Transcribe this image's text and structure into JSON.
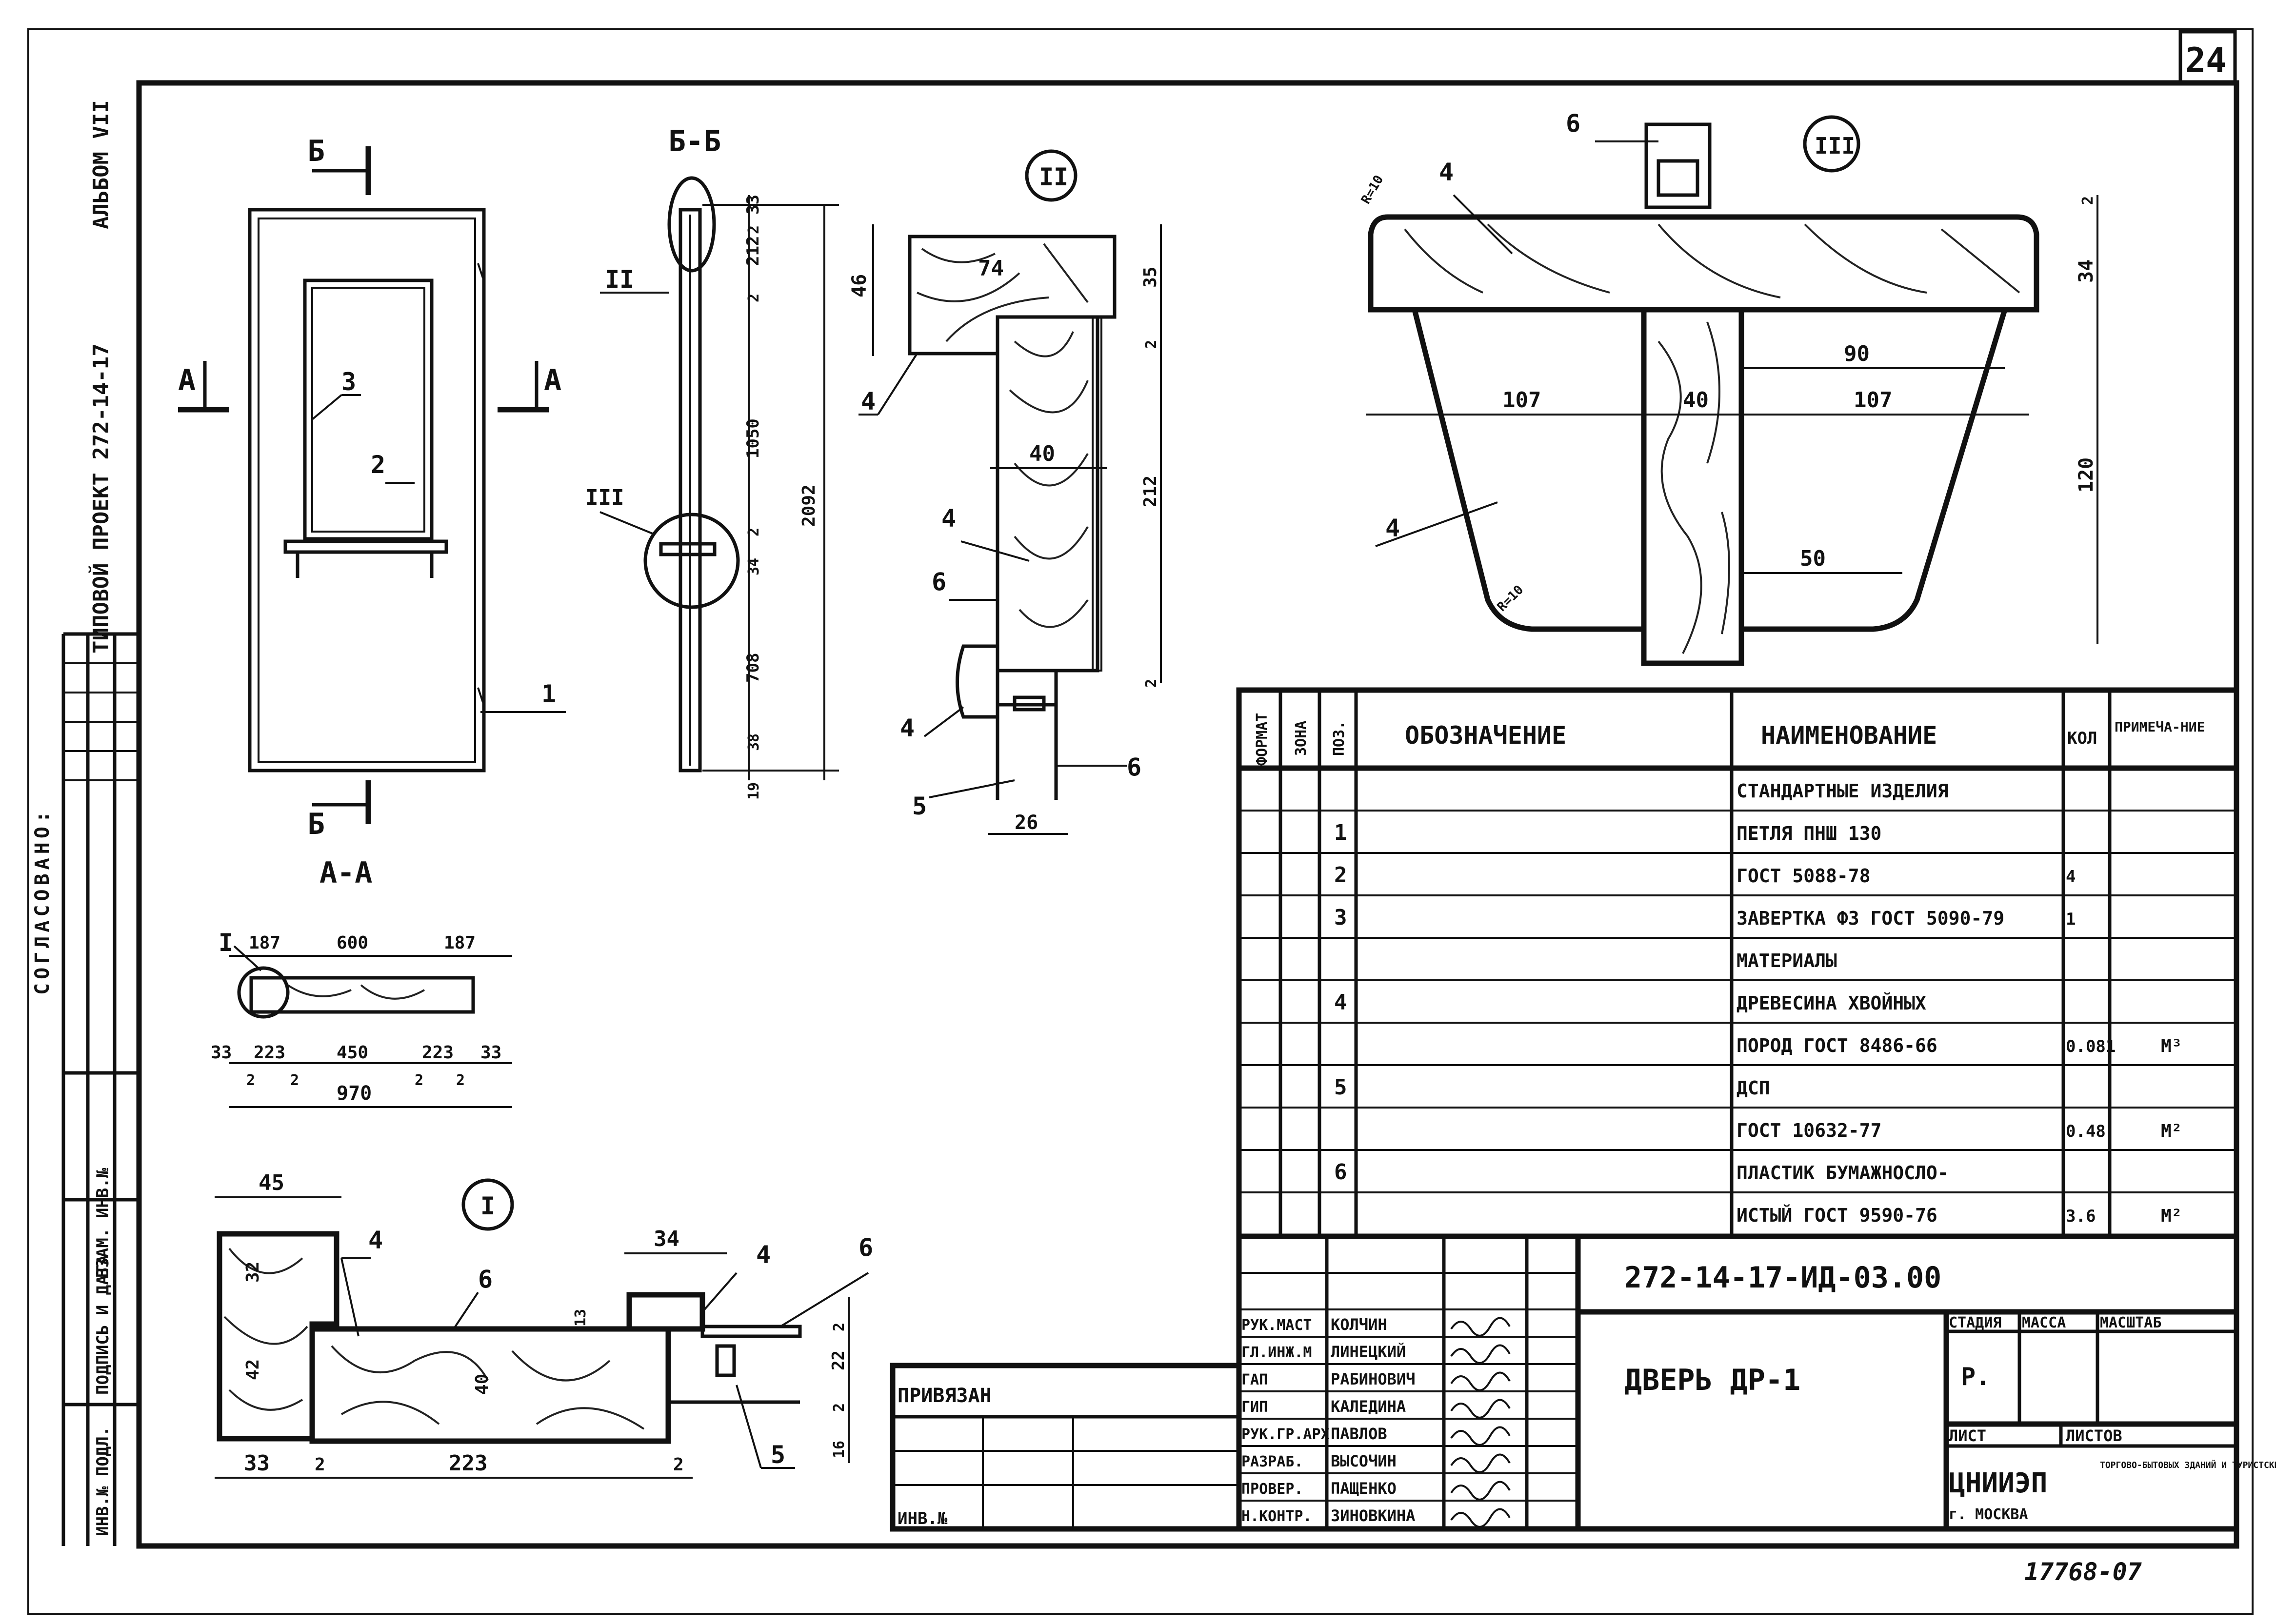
{
  "sheet_number": "24",
  "side_strip": {
    "album": "АЛЬБОМ VII",
    "project": "ТИПОВОЙ ПРОЕКТ 272-14-17",
    "agreed": "СОГЛАСОВАНО:",
    "inv_podl": "ИНВ.№ ПОДЛ.",
    "sign_date": "ПОДПИСЬ И ДАТА",
    "vzam_inv": "ВЗАМ. ИНВ.№"
  },
  "front_view": {
    "cut_top": "Б",
    "cut_bottom": "Б",
    "cut_left": "А",
    "cut_right": "А",
    "callouts": [
      "3",
      "2",
      "1"
    ],
    "caption": "А-А"
  },
  "section_bb": {
    "title": "Б-Б",
    "callouts": [
      "II",
      "III"
    ],
    "dims": [
      "33",
      "212",
      "2",
      "2",
      "1050",
      "2",
      "34",
      "708",
      "38",
      "19",
      "2092"
    ]
  },
  "node_II": {
    "label": "II",
    "dims": [
      "46",
      "74",
      "35",
      "2",
      "40",
      "212",
      "2",
      "26"
    ],
    "callouts": [
      "4",
      "4",
      "6",
      "4",
      "5",
      "6"
    ]
  },
  "node_III": {
    "label": "III",
    "dims": [
      "R=10",
      "2",
      "34",
      "90",
      "107",
      "40",
      "107",
      "120",
      "50",
      "R=10"
    ],
    "callouts": [
      "6",
      "4",
      "4"
    ]
  },
  "section_aa": {
    "callout": "I",
    "dims": [
      "187",
      "600",
      "187",
      "33",
      "223",
      "450",
      "223",
      "33",
      "2",
      "2",
      "2",
      "2",
      "970"
    ]
  },
  "node_I": {
    "label": "I",
    "dims": [
      "45",
      "32",
      "42",
      "34",
      "13",
      "2",
      "22",
      "2",
      "16",
      "40",
      "33",
      "2",
      "223",
      "2"
    ],
    "callouts": [
      "4",
      "6",
      "4",
      "6",
      "5"
    ]
  },
  "spec_table": {
    "headers": {
      "format": "ФОРМАТ",
      "zone": "ЗОНА",
      "pos": "ПОЗ.",
      "designation": "ОБОЗНАЧЕНИЕ",
      "name": "НАИМЕНОВАНИЕ",
      "qty": "КОЛ",
      "note": "ПРИМЕЧА-НИЕ"
    },
    "rows": [
      {
        "pos": "",
        "name": "СТАНДАРТНЫЕ ИЗДЕЛИЯ",
        "qty": "",
        "note": ""
      },
      {
        "pos": "1",
        "name": "ПЕТЛЯ ПНШ 130",
        "qty": "",
        "note": ""
      },
      {
        "pos": "2",
        "name": "ГОСТ 5088-78",
        "qty": "4",
        "note": ""
      },
      {
        "pos": "3",
        "name": "ЗАВЕРТКА Ф3 ГОСТ 5090-79",
        "qty": "1",
        "note": ""
      },
      {
        "pos": "",
        "name": "МАТЕРИАЛЫ",
        "qty": "",
        "note": ""
      },
      {
        "pos": "4",
        "name": "ДРЕВЕСИНА ХВОЙНЫХ",
        "qty": "",
        "note": ""
      },
      {
        "pos": "",
        "name": "ПОРОД ГОСТ 8486-66",
        "qty": "0.081",
        "note": "М³"
      },
      {
        "pos": "5",
        "name": "ДСП",
        "qty": "",
        "note": ""
      },
      {
        "pos": "",
        "name": "ГОСТ 10632-77",
        "qty": "0.48",
        "note": "М²"
      },
      {
        "pos": "6",
        "name": "ПЛАСТИК БУМАЖНОСЛО-",
        "qty": "",
        "note": ""
      },
      {
        "pos": "",
        "name": "ИСТЫЙ ГОСТ 9590-76",
        "qty": "3.6",
        "note": "М²"
      }
    ]
  },
  "title_block": {
    "doc_code": "272-14-17-ИД-03.00",
    "title": "ДВЕРЬ ДР-1",
    "privyazan": "ПРИВЯЗАН",
    "inv_no": "ИНВ.№",
    "staff": [
      {
        "role": "РУК.МАСТ",
        "name": "КОЛЧИН"
      },
      {
        "role": "ГЛ.ИНЖ.М",
        "name": "ЛИНЕЦКИЙ"
      },
      {
        "role": "ГАП",
        "name": "РАБИНОВИЧ"
      },
      {
        "role": "ГИП",
        "name": "КАЛЕДИНА"
      },
      {
        "role": "РУК.ГР.АРХ",
        "name": "ПАВЛОВ"
      },
      {
        "role": "РАЗРАБ.",
        "name": "ВЫСОЧИН"
      },
      {
        "role": "ПРОВЕР.",
        "name": "ПАЩЕНКО"
      },
      {
        "role": "Н.КОНТР.",
        "name": "ЗИНОВКИНА"
      }
    ],
    "stage_label": "СТАДИЯ",
    "mass_label": "МАССА",
    "scale_label": "МАСШТАБ",
    "stage": "Р.",
    "sheet_label": "ЛИСТ",
    "sheets_label": "ЛИСТОВ",
    "org": "ЦНИИЭП",
    "org_sub": "ТОРГОВО-БЫТОВЫХ ЗДАНИЙ И ТУРИСТСКИХ КОМПЛЕКСОВ",
    "city": "г. МОСКВА"
  },
  "stamp_number": "17768-07"
}
